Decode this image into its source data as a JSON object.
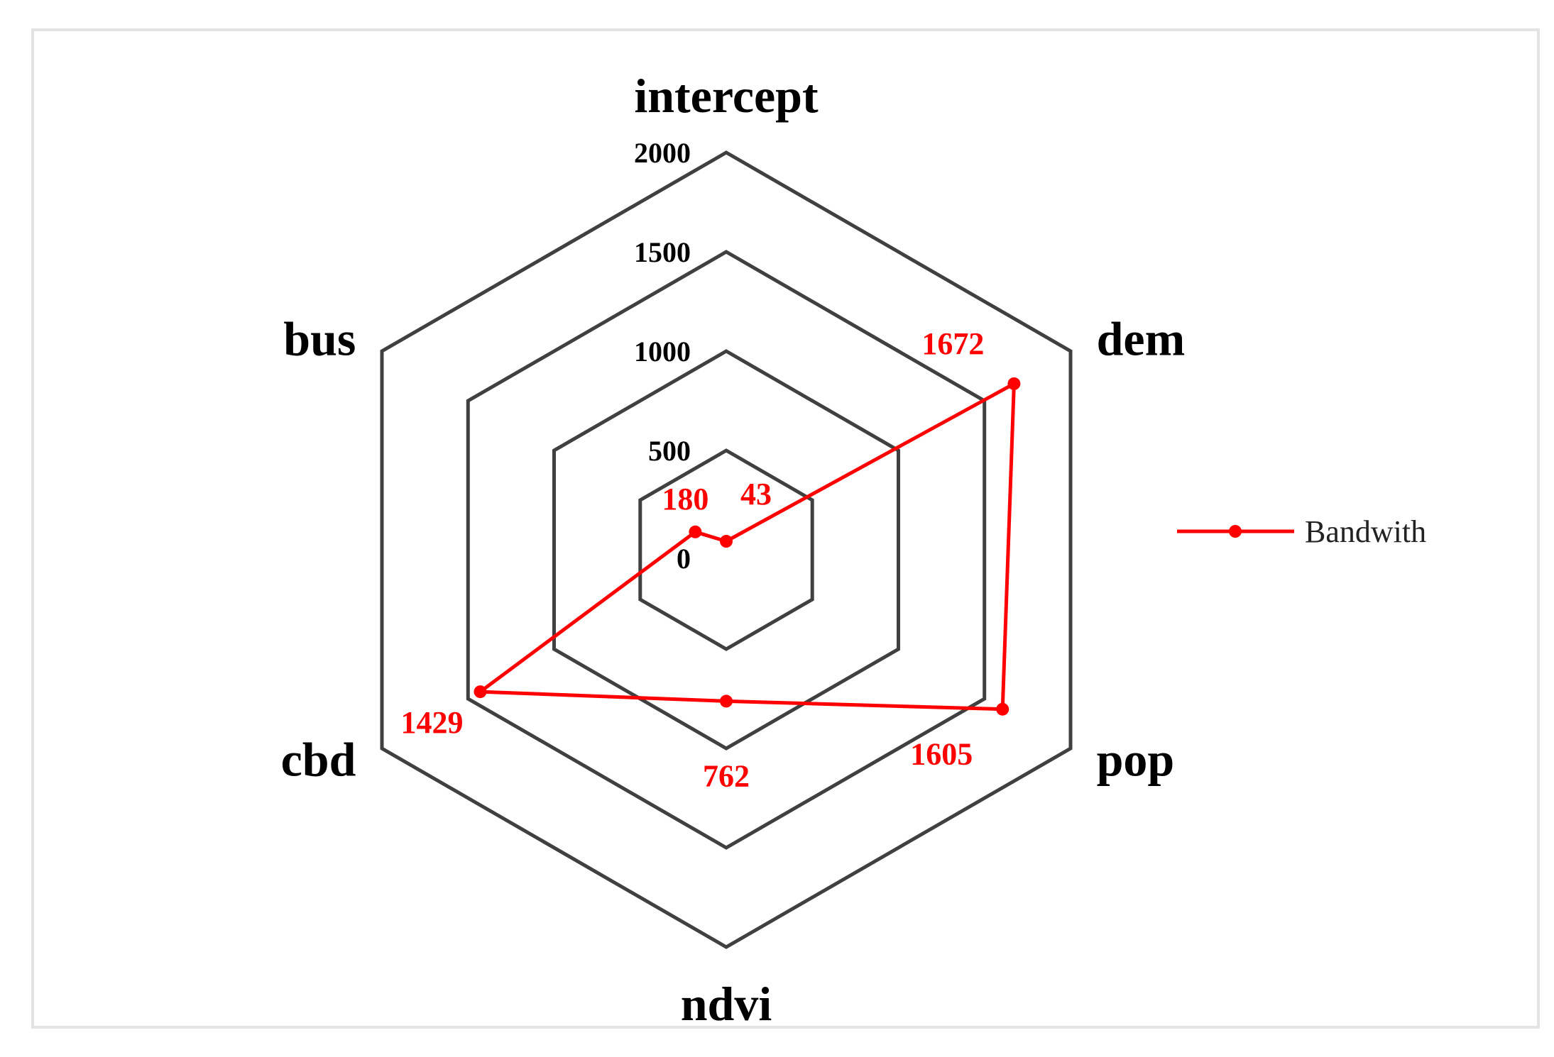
{
  "chart_data": {
    "type": "radar",
    "axes": [
      "intercept",
      "dem",
      "pop",
      "ndvi",
      "cbd",
      "bus"
    ],
    "rlim": [
      0,
      2000
    ],
    "ticks": [
      "0",
      "500",
      "1000",
      "1500",
      "2000"
    ],
    "tick_values": [
      0,
      500,
      1000,
      1500,
      2000
    ],
    "grid": true,
    "legend_position": "right",
    "series": [
      {
        "name": "Bandwith",
        "values": [
          43,
          1672,
          1605,
          762,
          1429,
          180
        ],
        "labels": [
          "43",
          "1672",
          "1605",
          "762",
          "1429",
          "180"
        ]
      }
    ],
    "colors": {
      "series": "#ff0000",
      "grid": "#404040",
      "frame": "#e3e3e3"
    }
  }
}
